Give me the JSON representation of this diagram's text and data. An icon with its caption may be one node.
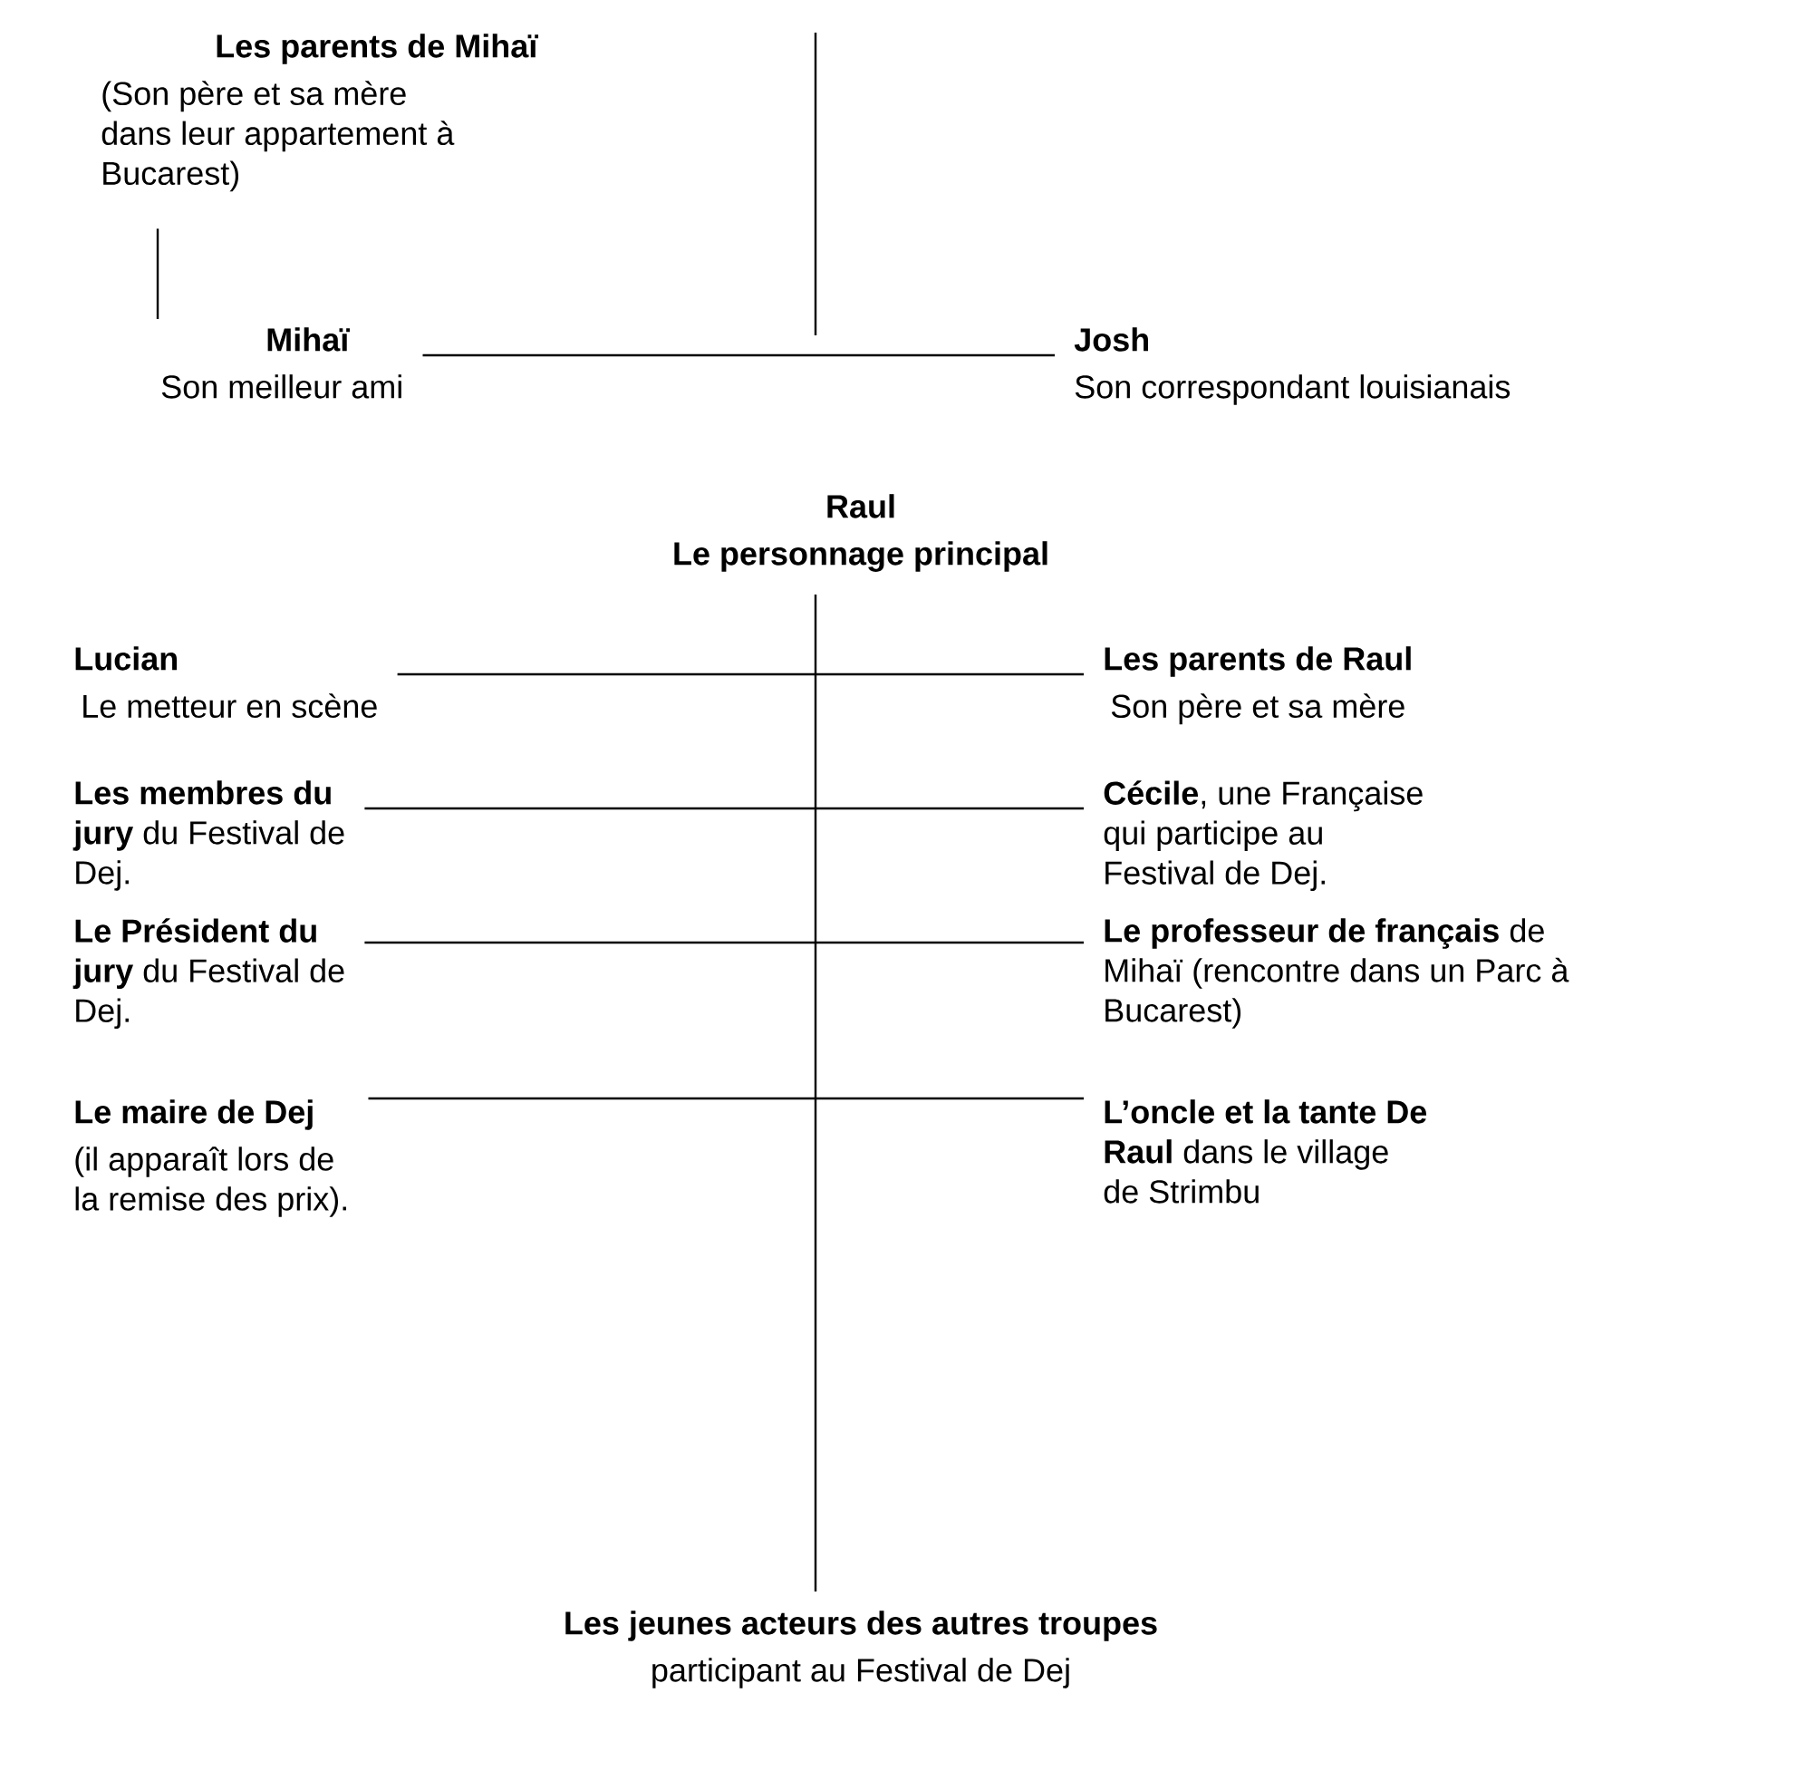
{
  "diagram": {
    "nodes": [
      {
        "text": [
          "Les parents de Mihaï",
          "(Son père et sa mère dans leur appartement à Bucarest)"
        ]
      },
      {
        "text": [
          "Mihaï",
          "Son meilleur ami"
        ]
      },
      {
        "text": [
          "Josh",
          "Son correspondant louisianais"
        ]
      },
      {
        "text": [
          "Raul",
          "Le personnage principal"
        ]
      },
      {
        "text": [
          "Lucian",
          "Le metteur en scène"
        ]
      },
      {
        "text": [
          "Les parents de Raul",
          "Son père et sa mère"
        ]
      },
      {
        "text": [
          "**Les membres du jury** du Festival de Dej."
        ]
      },
      {
        "text": [
          "**Cécile**, une Française qui participe au Festival de Dej."
        ]
      },
      {
        "text": [
          "**Le Président du jury** du Festival de Dej."
        ]
      },
      {
        "text": [
          "**Le professeur de français** de Mihaï (rencontre dans un Parc à Bucarest)"
        ]
      },
      {
        "text": [
          "Le maire de Dej",
          "(il apparaît lors de la remise des prix)."
        ]
      },
      {
        "text": [
          "**L’oncle et la tante De Raul** dans le village de Strimbu"
        ]
      },
      {
        "text": [
          "Les jeunes acteurs des autres troupes",
          "participant au Festival de Dej"
        ]
      }
    ],
    "edges": [
      {
        "from": 0,
        "to": 1,
        "arrow": "none"
      },
      {
        "from": 1,
        "to": 2,
        "arrow": "none"
      },
      {
        "from": 3,
        "to": 12,
        "arrow": "none"
      },
      {
        "from": 4,
        "to": 5,
        "arrow": "none"
      },
      {
        "from": 6,
        "to": 7,
        "arrow": "none"
      },
      {
        "from": 8,
        "to": 9,
        "arrow": "none"
      },
      {
        "from": 10,
        "to": 11,
        "arrow": "none"
      }
    ]
  }
}
